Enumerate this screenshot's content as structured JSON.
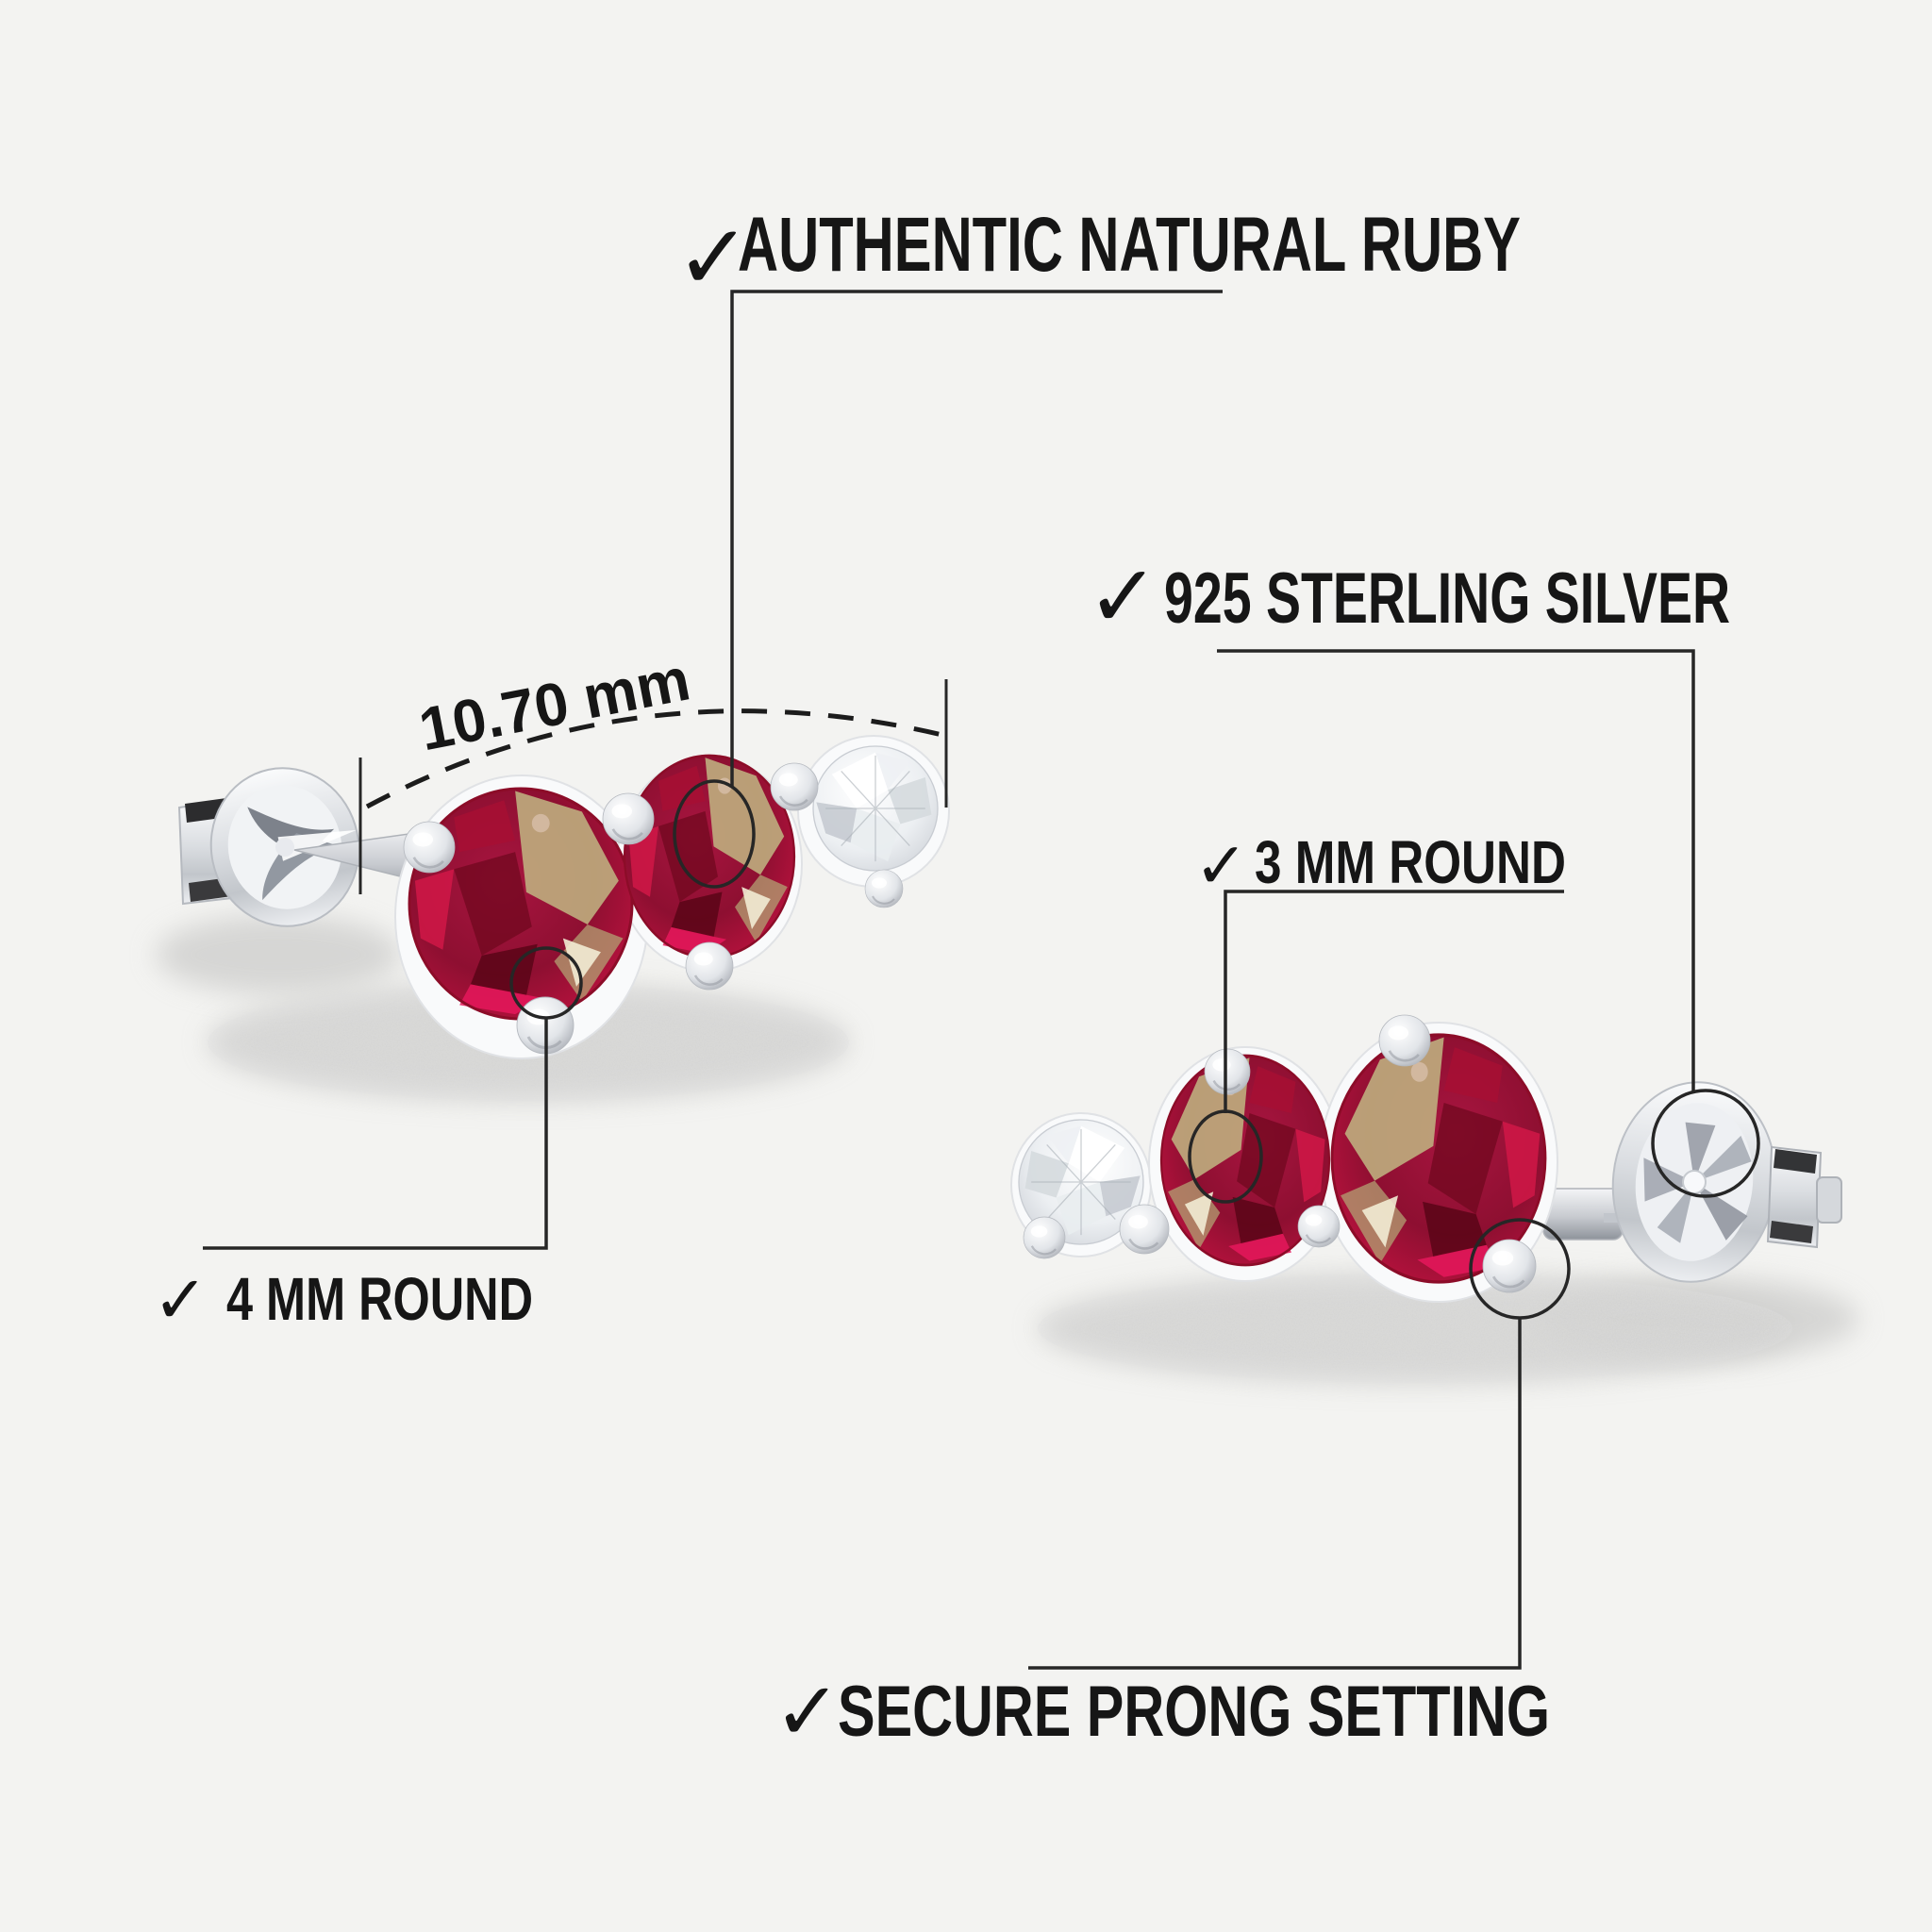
{
  "colors": {
    "background": "#f3f3f1",
    "text": "#161616",
    "callout_line": "#262626",
    "ruby_red": "#9c1238",
    "ruby_edge_pink": "#d6164f",
    "facet_khaki": "#bfae7e",
    "diamond_white": "#eef1f4",
    "silver": "#d7dade",
    "shadow_gray": "#c9c9c7"
  },
  "check_glyph": "✓",
  "annotations": {
    "authentic": {
      "label": "AUTHENTIC NATURAL RUBY"
    },
    "sterling": {
      "label": "925 STERLING SILVER"
    },
    "round3": {
      "label": "3 MM ROUND"
    },
    "round4": {
      "label": "4 MM ROUND"
    },
    "prong": {
      "label": "SECURE PRONG SETTING"
    }
  },
  "measurement": {
    "value": "10.70 mm"
  }
}
